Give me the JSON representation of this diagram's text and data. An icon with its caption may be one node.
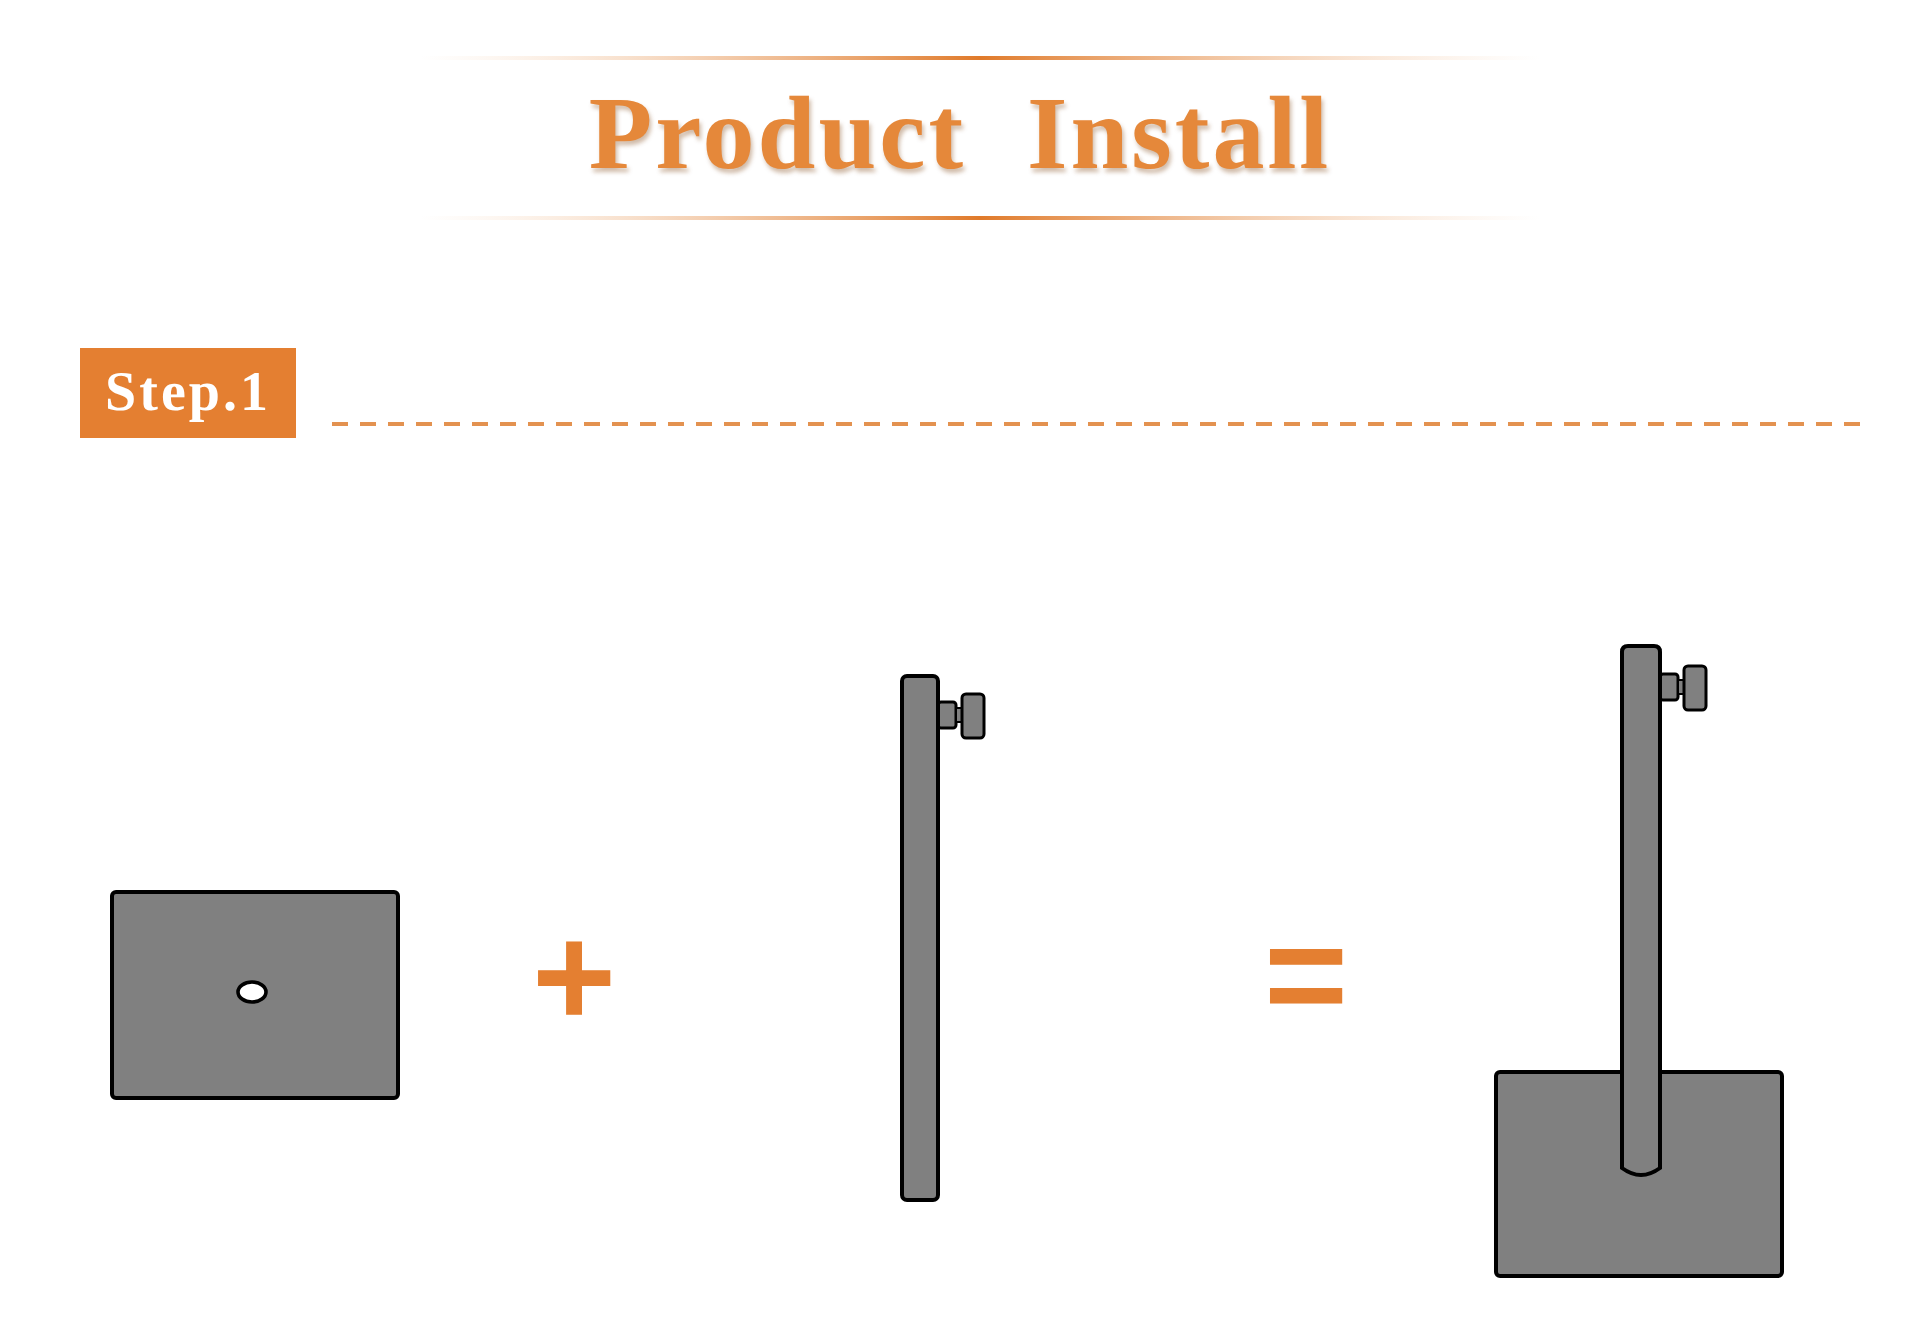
{
  "diagram": {
    "title": "Product Install",
    "nodes": [
      {
        "text": [
          "Step.1"
        ]
      },
      {
        "text": [],
        "shape": "picture"
      },
      {
        "text": [],
        "shape": "picture"
      },
      {
        "text": [],
        "shape": "picture"
      }
    ],
    "labels": [
      "+",
      "="
    ]
  }
}
